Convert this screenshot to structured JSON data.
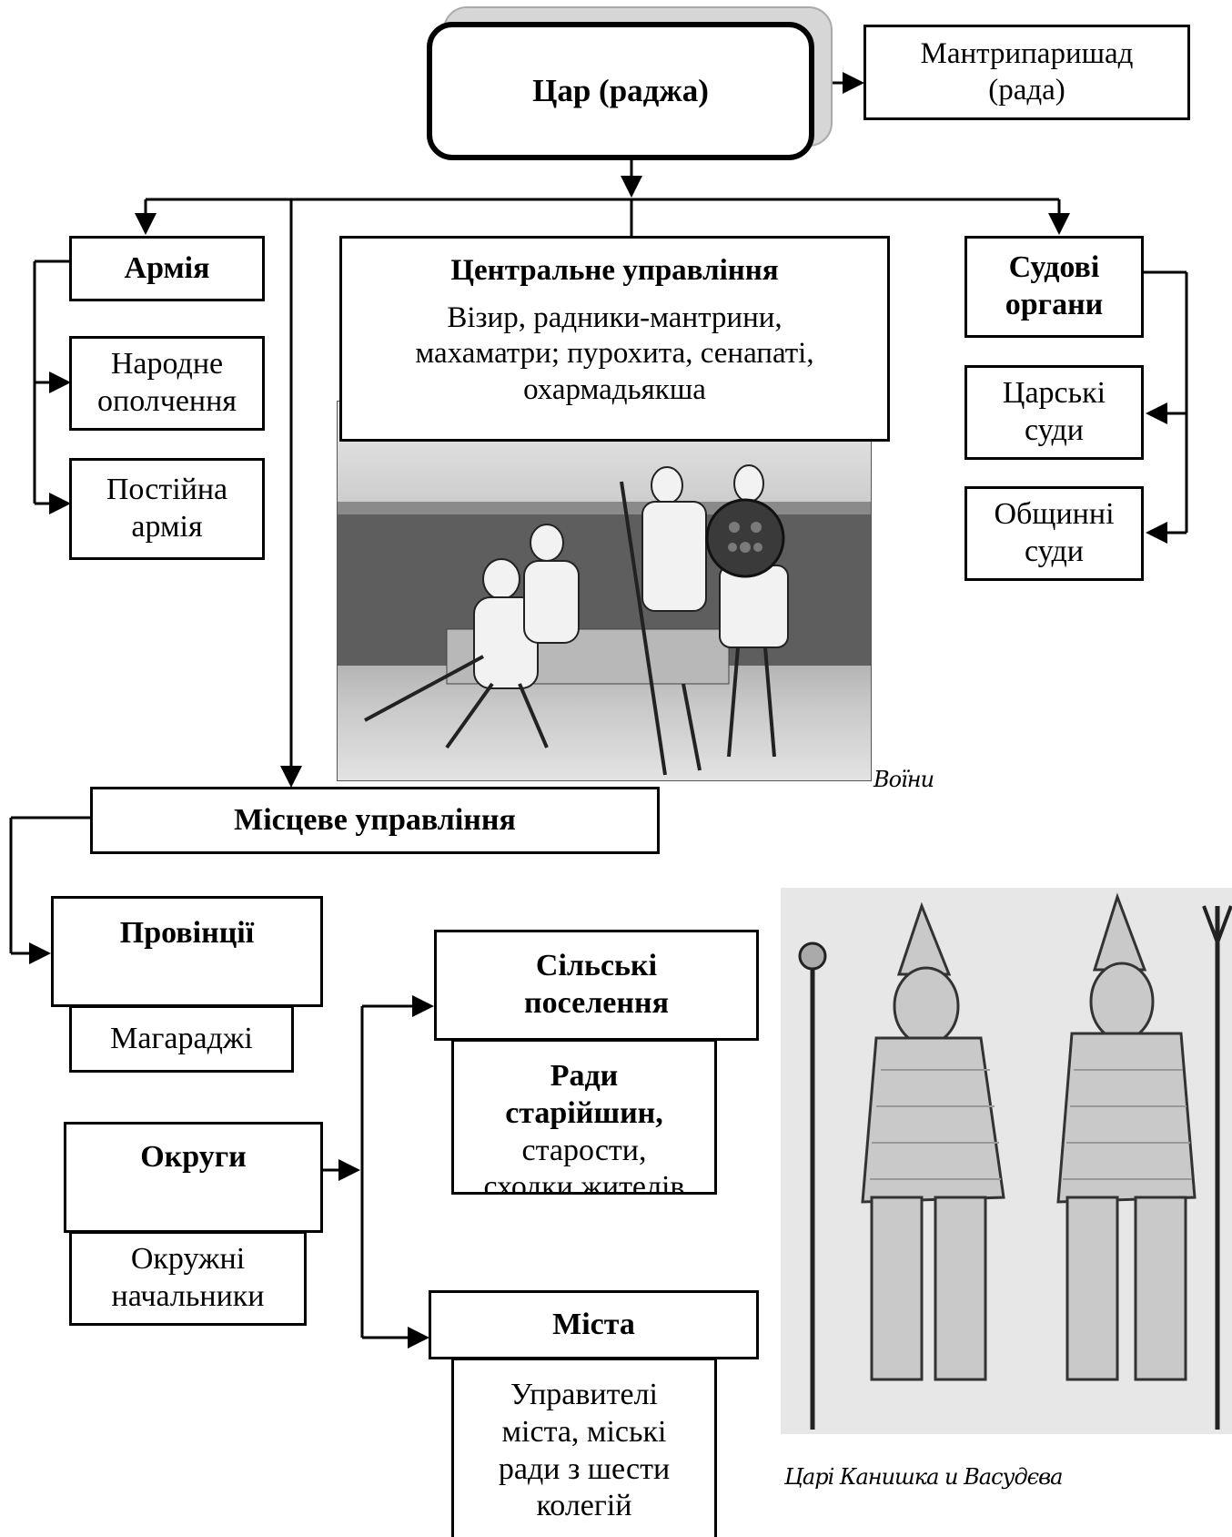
{
  "king": "Цар (раджа)",
  "council": {
    "line1": "Мантрипаришад",
    "line2": "(рада)"
  },
  "army": {
    "title": "Армія",
    "militia": {
      "line1": "Народне",
      "line2": "ополчення"
    },
    "standing": {
      "line1": "Постійна",
      "line2": "армія"
    }
  },
  "central": {
    "title": "Центральне управління",
    "line1": "Візир, радники-мантрини,",
    "line2": "махаматри; пурохита, сенапаті,",
    "line3": "охармадьякша"
  },
  "courts": {
    "title_line1": "Судові",
    "title_line2": "органи",
    "royal": {
      "line1": "Царські",
      "line2": "суди"
    },
    "community": {
      "line1": "Общинні",
      "line2": "суди"
    }
  },
  "local": {
    "title": "Місцеве управління"
  },
  "provinces": {
    "title": "Провінції",
    "sub": "Магараджі"
  },
  "districts": {
    "title": "Округи",
    "sub_line1": "Окружні",
    "sub_line2": "начальники"
  },
  "villages": {
    "title_line1": "Сільські",
    "title_line2": "поселення",
    "sub_bold1": "Ради",
    "sub_bold2": "старійшин,",
    "sub_line3": "старости,",
    "sub_line4": "сходки жителів"
  },
  "cities": {
    "title": "Міста",
    "sub_line1": "Управителі",
    "sub_line2": "міста, міські",
    "sub_line3": "ради з шести",
    "sub_line4": "колегій"
  },
  "captions": {
    "warriors": "Воїни",
    "kings": "Царі Канишка и Васудєва"
  }
}
